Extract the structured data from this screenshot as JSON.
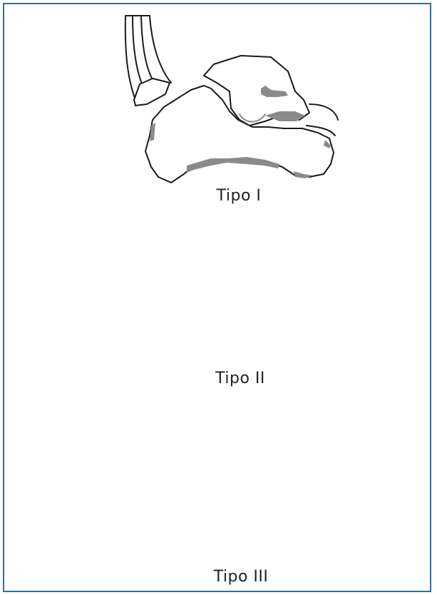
{
  "figure": {
    "panels": [
      {
        "label": "Tipo I"
      },
      {
        "label": "Tipo II"
      },
      {
        "label": "Tipo III"
      }
    ],
    "colors": {
      "border": "#2f6fa5",
      "outline": "#1a1a1a",
      "shading": "#8a8a8a"
    }
  }
}
